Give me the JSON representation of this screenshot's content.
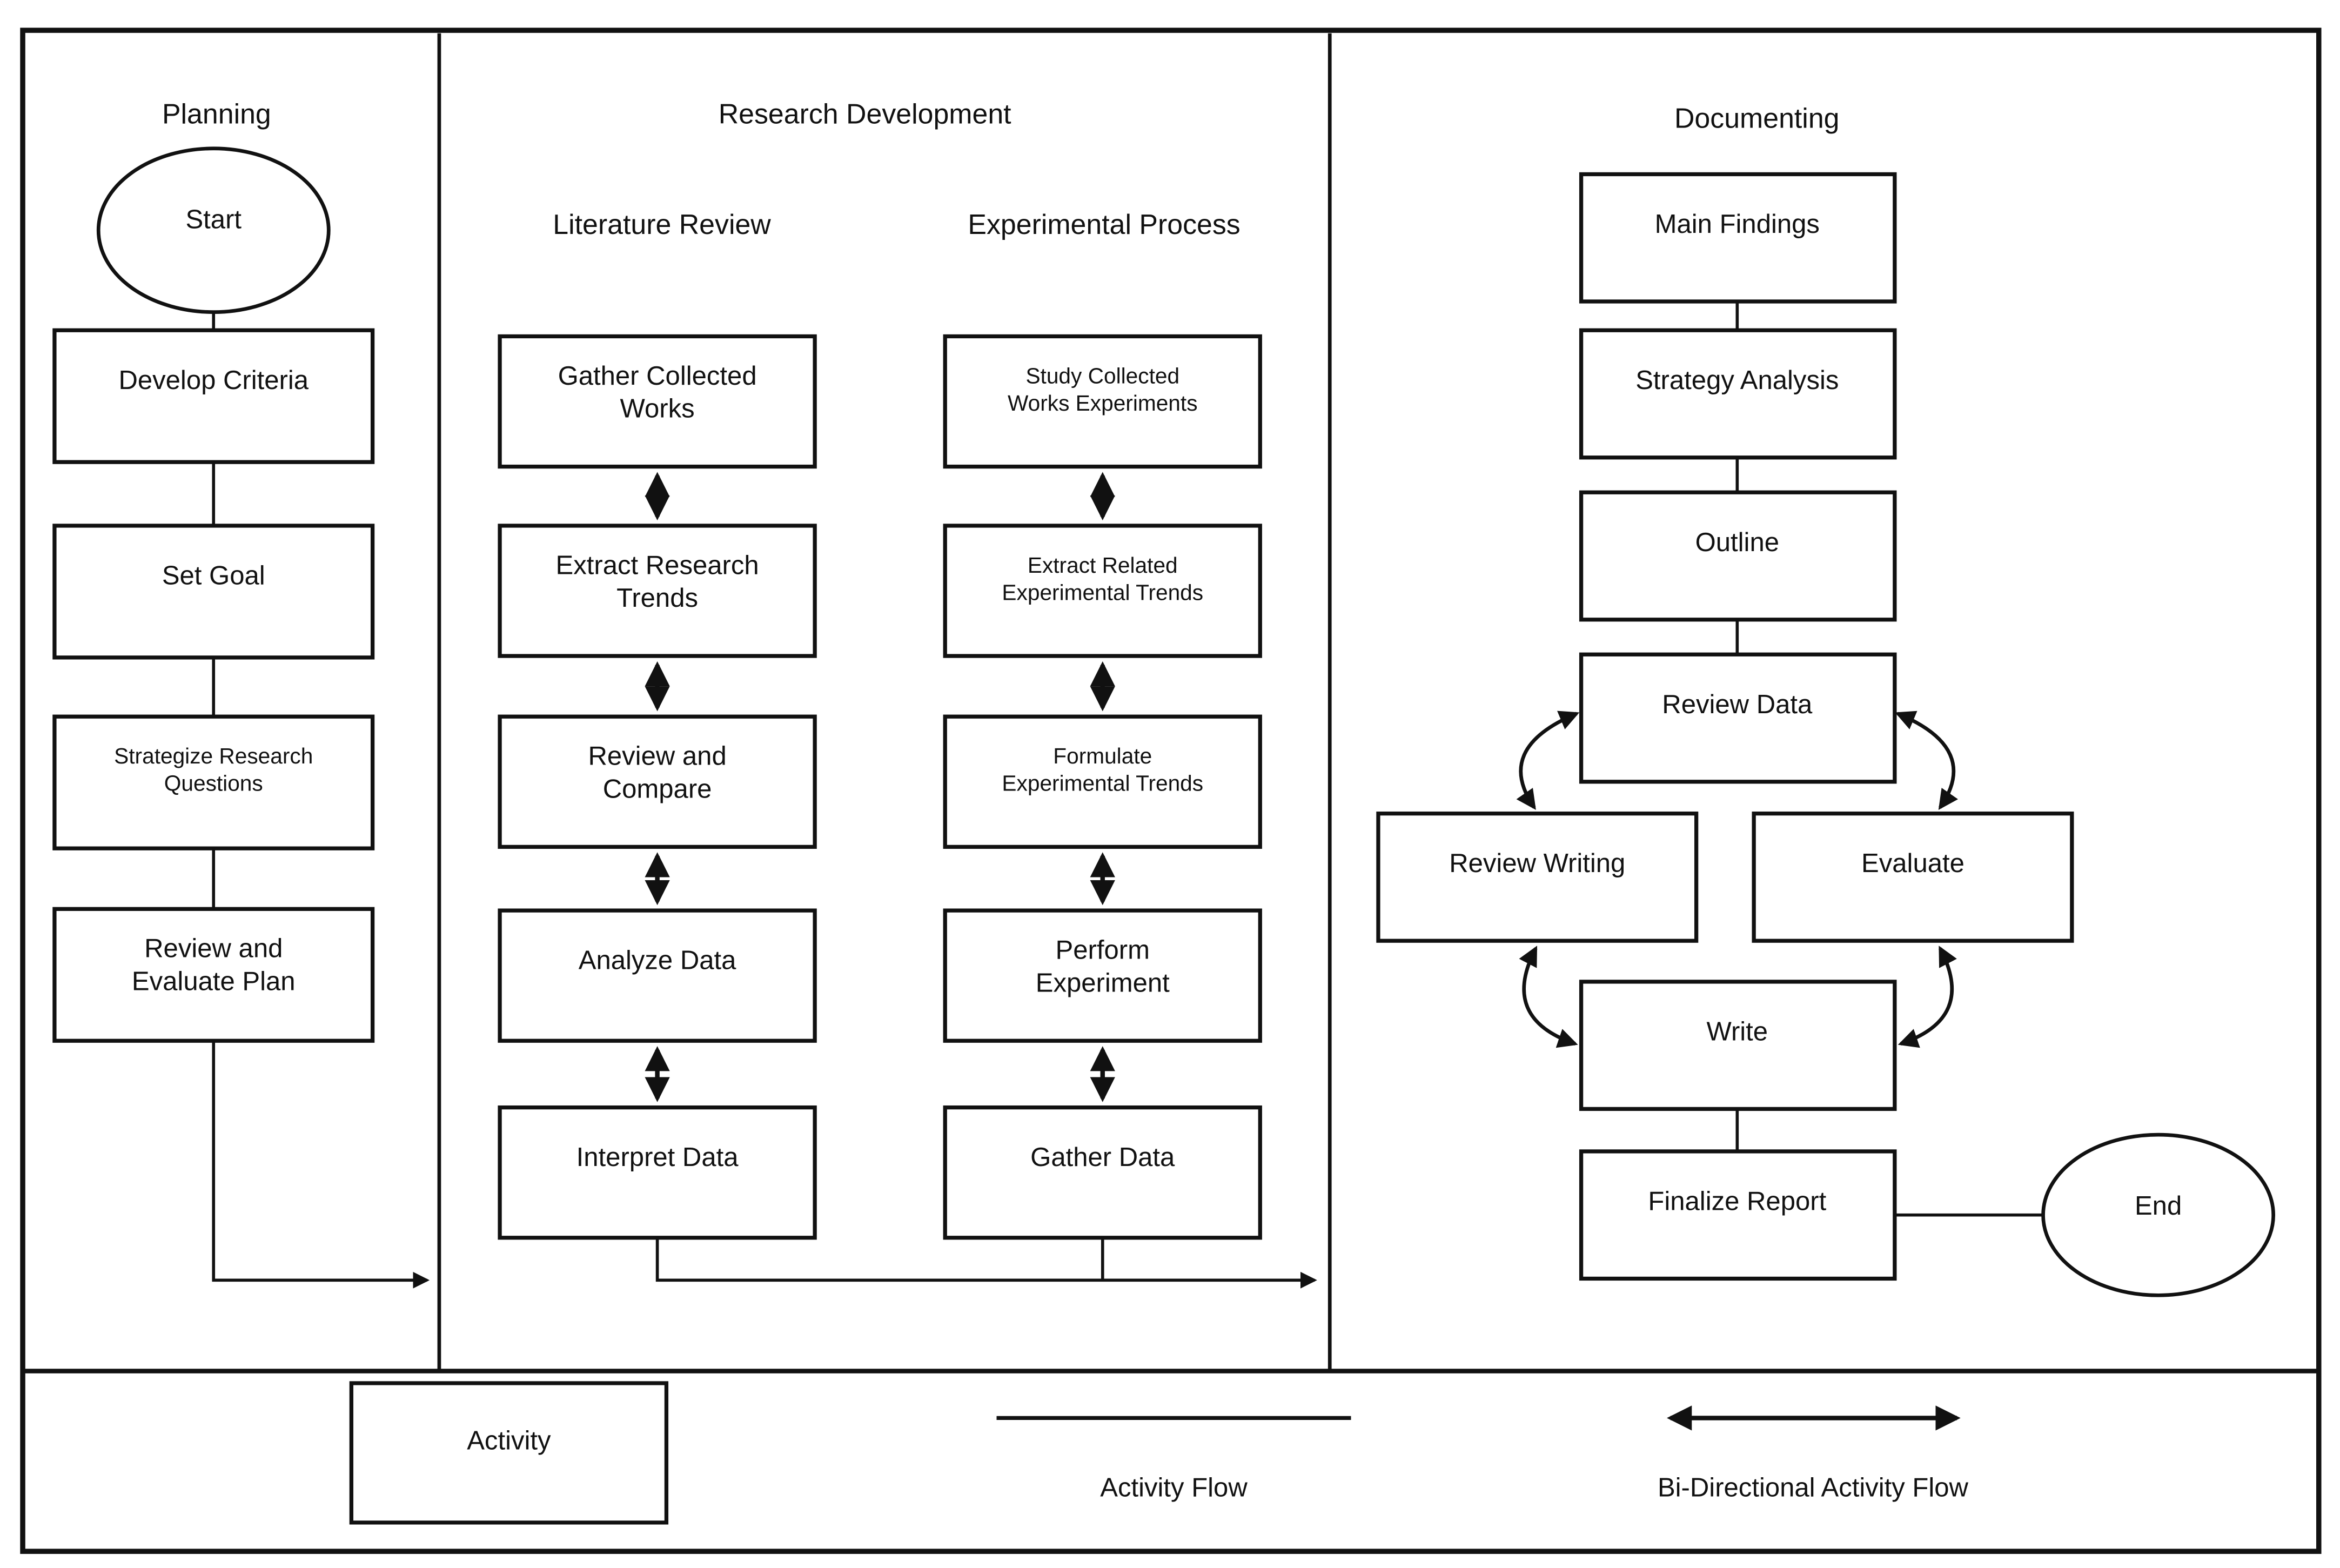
{
  "colors": {
    "ink": "#111111",
    "background": "#ffffff"
  },
  "sections": {
    "planning": {
      "header": "Planning",
      "start_label": "Start",
      "steps": [
        "Develop Criteria",
        "Set Goal",
        "Strategize Research\nQuestions",
        "Review and\nEvaluate Plan"
      ]
    },
    "research_development": {
      "header": "Research Development",
      "literature_review": {
        "header": "Literature Review",
        "steps": [
          "Gather Collected\nWorks",
          "Extract Research\nTrends",
          "Review and\nCompare",
          "Analyze Data",
          "Interpret Data"
        ]
      },
      "experimental_process": {
        "header": "Experimental Process",
        "steps": [
          "Study Collected\nWorks Experiments",
          "Extract Related\nExperimental Trends",
          "Formulate\nExperimental Trends",
          "Perform\nExperiment",
          "Gather Data"
        ]
      }
    },
    "documenting": {
      "header": "Documenting",
      "steps": [
        "Main Findings",
        "Strategy Analysis",
        "Outline",
        "Review Data",
        "Review Writing",
        "Evaluate",
        "Write",
        "Finalize Report"
      ],
      "end_label": "End"
    }
  },
  "legend": {
    "activity_label": "Activity",
    "activity_flow_label": "Activity Flow",
    "bidirectional_label": "Bi-Directional Activity Flow"
  },
  "connections": [
    {
      "from": "Start",
      "to": "Develop Criteria",
      "type": "flow"
    },
    {
      "from": "Develop Criteria",
      "to": "Set Goal",
      "type": "flow"
    },
    {
      "from": "Set Goal",
      "to": "Strategize Research Questions",
      "type": "flow"
    },
    {
      "from": "Strategize Research Questions",
      "to": "Review and Evaluate Plan",
      "type": "flow"
    },
    {
      "from": "Review and Evaluate Plan",
      "to": "Research Development",
      "type": "directed"
    },
    {
      "from": "Gather Collected Works",
      "to": "Extract Research Trends",
      "type": "bidirectional"
    },
    {
      "from": "Extract Research Trends",
      "to": "Review and Compare",
      "type": "bidirectional"
    },
    {
      "from": "Review and Compare",
      "to": "Analyze Data",
      "type": "bidirectional"
    },
    {
      "from": "Analyze Data",
      "to": "Interpret Data",
      "type": "bidirectional"
    },
    {
      "from": "Study Collected Works Experiments",
      "to": "Extract Related Experimental Trends",
      "type": "bidirectional"
    },
    {
      "from": "Extract Related Experimental Trends",
      "to": "Formulate Experimental Trends",
      "type": "bidirectional"
    },
    {
      "from": "Formulate Experimental Trends",
      "to": "Perform Experiment",
      "type": "bidirectional"
    },
    {
      "from": "Perform Experiment",
      "to": "Gather Data",
      "type": "bidirectional"
    },
    {
      "from": "Interpret Data",
      "to": "Documenting",
      "type": "directed"
    },
    {
      "from": "Gather Data",
      "to": "Documenting",
      "type": "directed"
    },
    {
      "from": "Main Findings",
      "to": "Strategy Analysis",
      "type": "flow"
    },
    {
      "from": "Strategy Analysis",
      "to": "Outline",
      "type": "flow"
    },
    {
      "from": "Outline",
      "to": "Review Data",
      "type": "flow"
    },
    {
      "from": "Review Data",
      "to": "Review Writing",
      "type": "bidirectional"
    },
    {
      "from": "Review Data",
      "to": "Evaluate",
      "type": "bidirectional"
    },
    {
      "from": "Review Writing",
      "to": "Write",
      "type": "bidirectional"
    },
    {
      "from": "Evaluate",
      "to": "Write",
      "type": "bidirectional"
    },
    {
      "from": "Write",
      "to": "Finalize Report",
      "type": "flow"
    },
    {
      "from": "Finalize Report",
      "to": "End",
      "type": "flow"
    }
  ]
}
